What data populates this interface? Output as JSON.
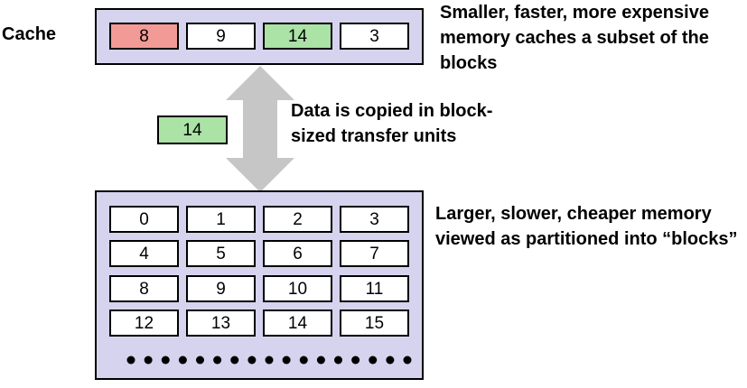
{
  "colors": {
    "panel_fill": "#d5d3ee",
    "arrow": "#c6c6c6",
    "hit_block": "#abe2a6",
    "miss_block": "#f29b96",
    "default_block": "#ffffff"
  },
  "cache": {
    "label": "Cache",
    "blocks": [
      {
        "value": "8",
        "color": "#f29b96"
      },
      {
        "value": "9",
        "color": "#ffffff"
      },
      {
        "value": "14",
        "color": "#abe2a6"
      },
      {
        "value": "3",
        "color": "#ffffff"
      }
    ],
    "description": "Smaller, faster, more expensive memory caches a  subset of the blocks"
  },
  "transfer": {
    "block_value": "14",
    "block_color": "#abe2a6",
    "description": "Data is copied in block-sized transfer units"
  },
  "memory": {
    "rows": [
      [
        "0",
        "1",
        "2",
        "3"
      ],
      [
        "4",
        "5",
        "6",
        "7"
      ],
      [
        "8",
        "9",
        "10",
        "11"
      ],
      [
        "12",
        "13",
        "14",
        "15"
      ]
    ],
    "continuation_dots": 17,
    "description": "Larger, slower, cheaper memory viewed as partitioned into “blocks”"
  }
}
